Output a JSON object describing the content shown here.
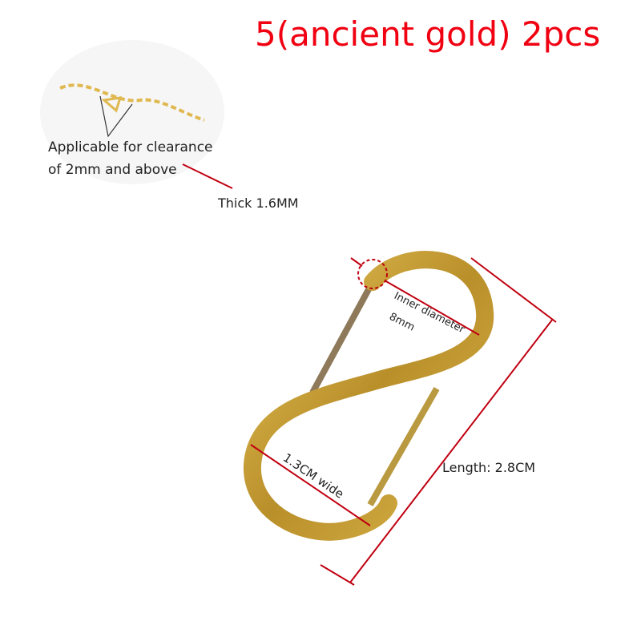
{
  "title": "5(ancient gold) 2pcs",
  "inset": {
    "line1": "Applicable for clearance",
    "line2": "of 2mm and above"
  },
  "labels": {
    "thick": "Thick 1.6MM",
    "inner_diameter": "Inner diameter",
    "inner_value": "8mm",
    "width": "1.3CM wide",
    "length": "Length: 2.8CM"
  },
  "colors": {
    "title": "#f00010",
    "measure_line": "#c00010",
    "gold": "#c9a23a"
  }
}
